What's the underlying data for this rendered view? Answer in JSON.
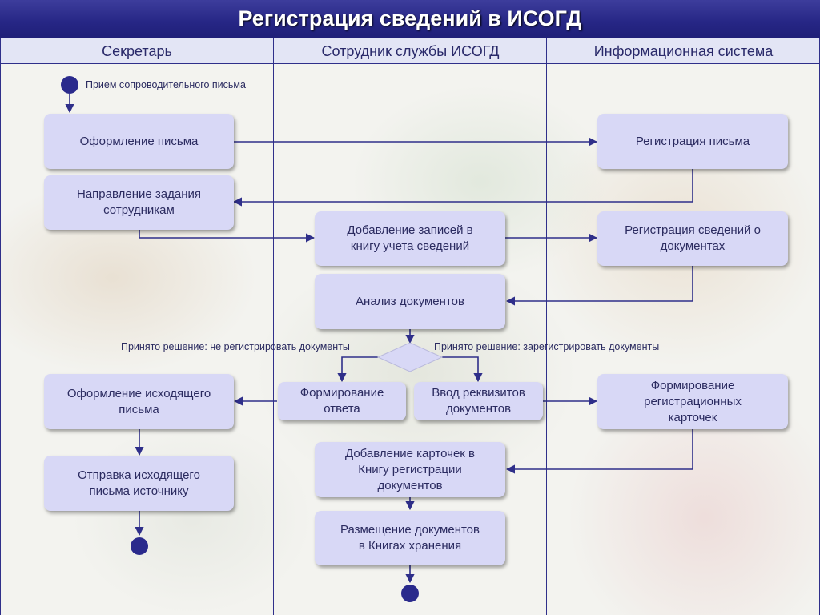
{
  "title": "Регистрация сведений в ИСОГД",
  "lanes": [
    "Секретарь",
    "Сотрудник службы ИСОГД",
    "Информационная система"
  ],
  "start_label": "Прием сопроводительного письма",
  "nodes": {
    "letter_prep": "Оформление письма",
    "direct_task_1": "Направление задания",
    "direct_task_2": "сотрудникам",
    "add_records_1": "Добавление записей в",
    "add_records_2": "книгу учета сведений",
    "analysis": "Анализ документов",
    "register_letter": "Регистрация письма",
    "register_docs_1": "Регистрация сведений о",
    "register_docs_2": "документах",
    "outgoing_1": "Оформление исходящего",
    "outgoing_2": "письма",
    "send_1": "Отправка исходящего",
    "send_2": "письма источнику",
    "response_1": "Формирование",
    "response_2": "ответа",
    "enter_details_1": "Ввод реквизитов",
    "enter_details_2": "документов",
    "cards_1": "Формирование",
    "cards_2": "регистрационных",
    "cards_3": "карточек",
    "add_cards_1": "Добавление карточек в",
    "add_cards_2": "Книгу регистрации",
    "add_cards_3": "документов",
    "place_docs_1": "Размещение документов",
    "place_docs_2": "в Книгах хранения"
  },
  "decision": {
    "no_label": "Принято решение: не регистрировать документы",
    "yes_label": "Принято решение: зарегистрировать документы"
  },
  "colors": {
    "title_bar": "#262685",
    "node_fill": "#d8d8f6",
    "line": "#2f2f8a",
    "terminal": "#2a2a8c"
  }
}
